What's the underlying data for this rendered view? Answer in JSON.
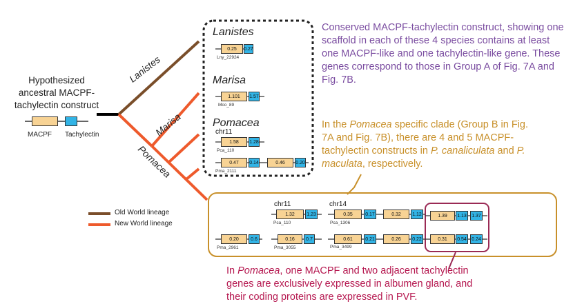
{
  "ancestral": {
    "title_lines": [
      "Hypothesized",
      "ancestral MACPF-",
      "tachylectin construct"
    ],
    "macpf_label": "MACPF",
    "tachylectin_label": "Tachylectin"
  },
  "branches": {
    "lanistes": "Lanistes",
    "marisa": "Marisa",
    "pomacea": "Pomacea"
  },
  "legend": {
    "old_world": "Old World lineage",
    "new_world": "New World lineage"
  },
  "colors": {
    "old_world": "#7a4e2a",
    "new_world": "#ee5a2c",
    "macpf": "#f8d394",
    "tachylectin": "#32b4e6",
    "purple_note": "#7a4ca0",
    "orange_note": "#c8902a",
    "crimson_note": "#b5174f",
    "highlight_box": "#9a2a55"
  },
  "box1": {
    "lanistes": {
      "species": "Lanistes",
      "genes": [
        "0.25",
        "0.27"
      ],
      "label": "Lny_22924"
    },
    "marisa": {
      "species": "Marisa",
      "genes": [
        "1.101",
        "1.57"
      ],
      "label": "Mco_89"
    },
    "pomacea": {
      "species": "Pomacea",
      "chr": "chr11",
      "row1": {
        "genes": [
          "1.58",
          "1.28"
        ],
        "label": "Pca_110"
      },
      "row2": {
        "genes": [
          "0.47",
          "0.14",
          "0.46",
          "0.20"
        ],
        "label": "Pma_2111"
      }
    }
  },
  "box2": {
    "chr11": "chr11",
    "chr14": "chr14",
    "top": [
      {
        "genes": [
          "1.32",
          "1.23"
        ],
        "label": "Pca_110"
      },
      {
        "genes": [
          "0.35",
          "0.17",
          "0.32",
          "1.12"
        ],
        "label": "Pca_1306"
      },
      {
        "genes": [
          "1.39",
          "1.13",
          "1.37"
        ]
      }
    ],
    "bottom": [
      {
        "genes": [
          "0.20",
          "0.6"
        ],
        "label": "Pma_2961"
      },
      {
        "genes": [
          "0.16",
          "0.7"
        ],
        "label": "Pma_3055"
      },
      {
        "genes": [
          "0.61",
          "0.21",
          "0.26",
          "0.22"
        ],
        "label": "Pma_3499"
      },
      {
        "genes": [
          "0.31",
          "0.54",
          "0.24"
        ]
      }
    ]
  },
  "notes": {
    "purple": "Conserved MACPF-tachylectin construct, showing one scaffold in each of these 4 species contains at least one MACPF-like and one tachylectin-like gene. These genes correspond to those in Group A of Fig. 7A and Fig. 7B.",
    "orange_prefix": "In the",
    "orange_italic_1": "Pomacea",
    "orange_mid": "specific clade (Group B in Fig. 7A and Fig. 7B), there are 4 and 5 MACPF-tachylectin constructs in",
    "orange_italic_2": "P. canaliculata",
    "orange_and": "and",
    "orange_italic_3": "P. maculata",
    "orange_suffix": ", respectively.",
    "crimson_prefix": "In",
    "crimson_italic": "Pomacea",
    "crimson_rest": ", one MACPF and two adjacent tachylectin genes are exclusively expressed in albumen gland, and their coding proteins are expressed in PVF."
  }
}
